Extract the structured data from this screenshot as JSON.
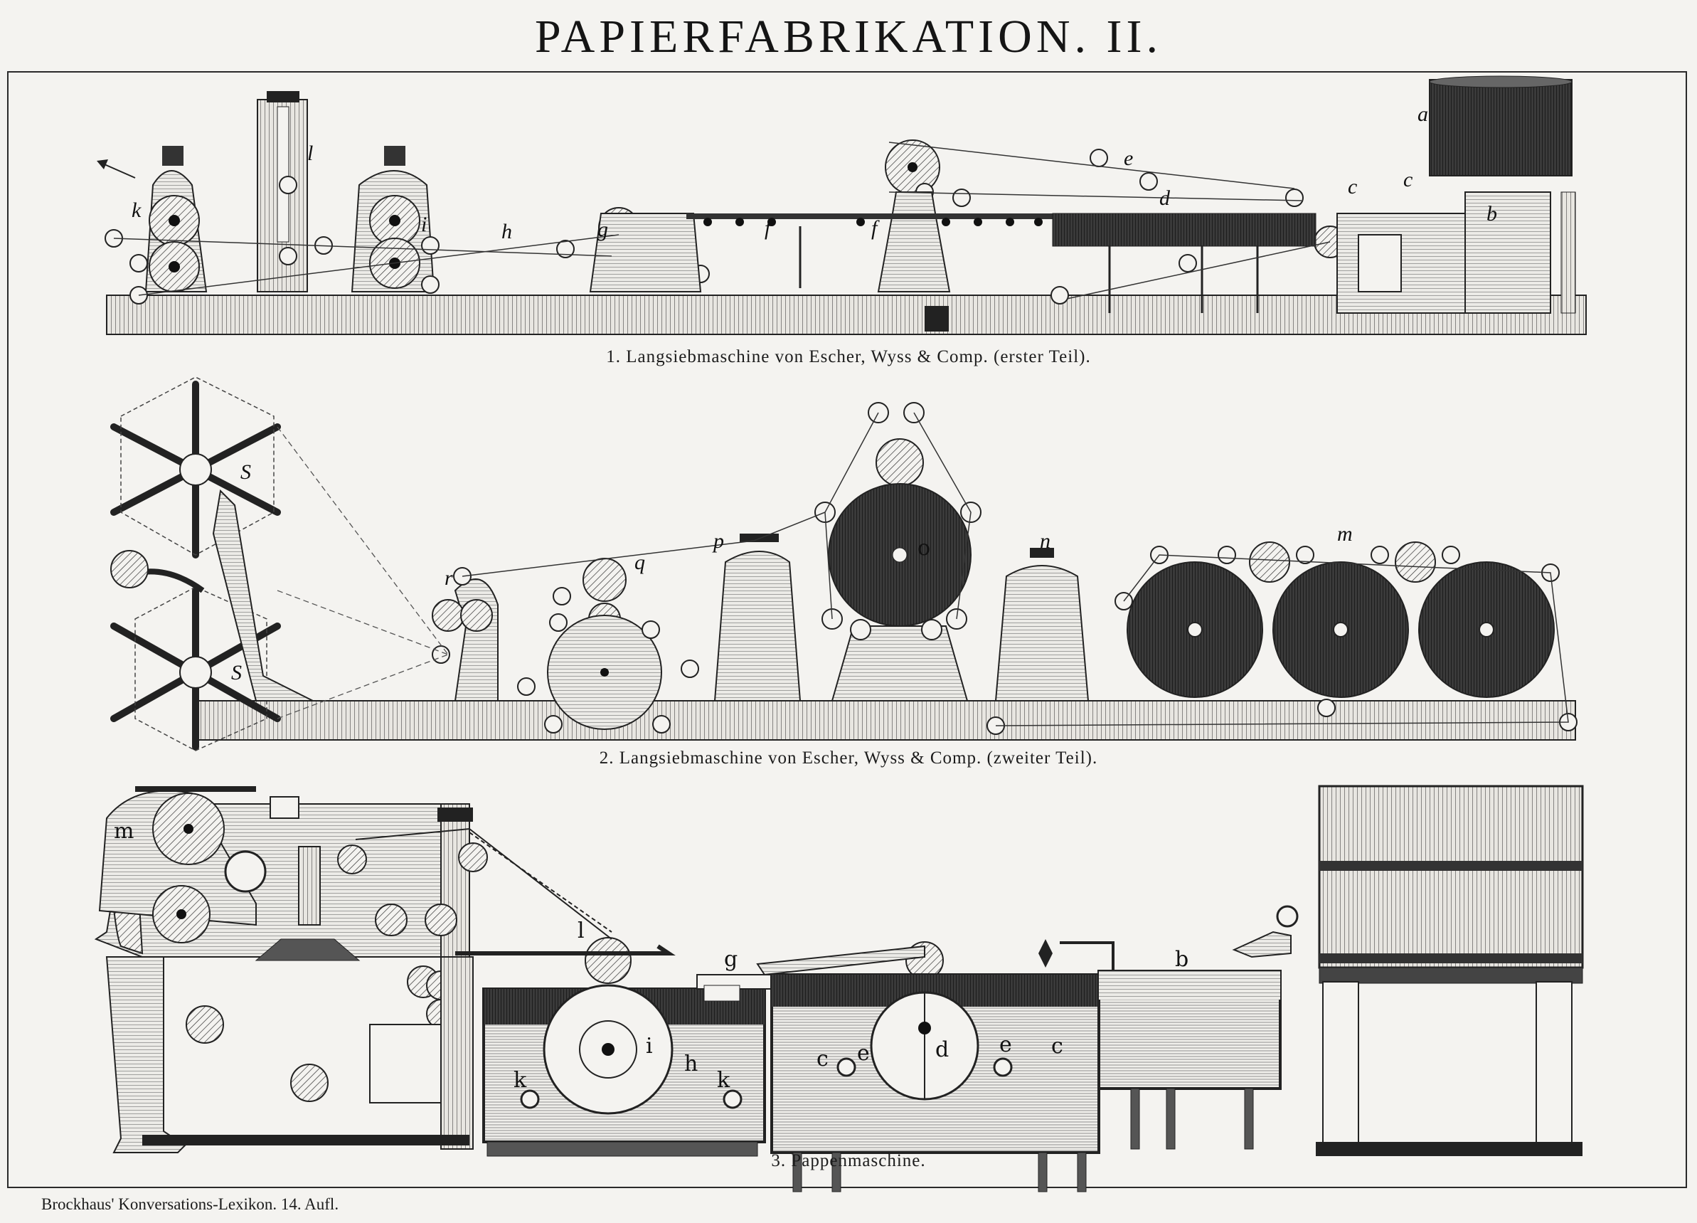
{
  "title": "PAPIERFABRIKATION. II.",
  "figures": [
    {
      "caption": "1. Langsiebmaschine von Escher, Wyss & Comp. (erster Teil).",
      "labels": [
        "a",
        "b",
        "c",
        "c",
        "d",
        "e",
        "f",
        "f",
        "g",
        "h",
        "i",
        "k",
        "l"
      ]
    },
    {
      "caption": "2. Langsiebmaschine von Escher, Wyss & Comp. (zweiter Teil).",
      "labels": [
        "m",
        "n",
        "o",
        "p",
        "q",
        "r",
        "S",
        "S"
      ]
    },
    {
      "caption": "3. Pappenmaschine.",
      "labels": [
        "m",
        "l",
        "g",
        "b",
        "i",
        "h",
        "k",
        "k",
        "c",
        "d",
        "e",
        "e",
        "c"
      ]
    }
  ],
  "footer": "Brockhaus' Konversations-Lexikon.  14. Aufl."
}
